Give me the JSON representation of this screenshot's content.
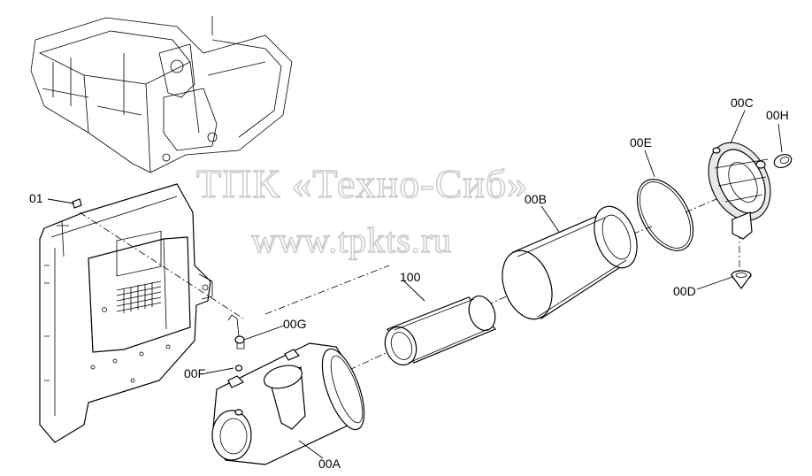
{
  "watermark": {
    "line1": "ТПК «Техно-Сиб»",
    "line2": "www.tpkts.ru"
  },
  "labels": {
    "p01": "01",
    "p00A": "00A",
    "p00B": "00B",
    "p00C": "00C",
    "p00D": "00D",
    "p00E": "00E",
    "p00F": "00F",
    "p00G": "00G",
    "p00H": "00H",
    "p100": "100"
  }
}
